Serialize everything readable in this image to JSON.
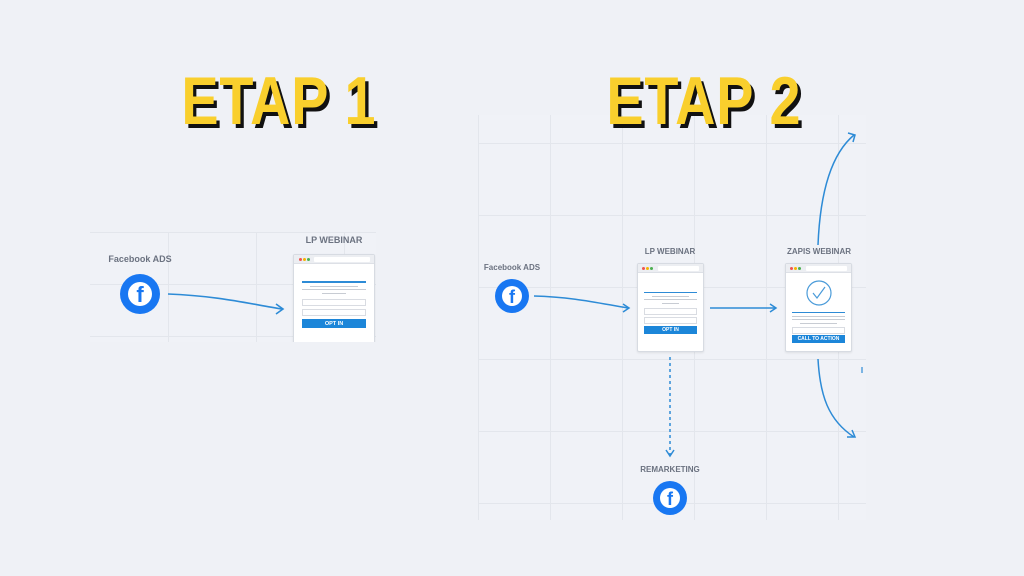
{
  "stage1": {
    "title": "ETAP 1",
    "source_label": "Facebook ADS",
    "page_label": "LP WEBINAR",
    "page_button": "OPT IN"
  },
  "stage2": {
    "title": "ETAP 2",
    "source_label": "Facebook ADS",
    "lp_label": "LP WEBINAR",
    "lp_button": "OPT IN",
    "signup_label": "ZAPIS WEBINAR",
    "signup_button": "CALL TO ACTION",
    "remarketing_label": "REMARKETING"
  },
  "colors": {
    "title": "#f9cf2d",
    "accent": "#1c86d9",
    "facebook": "#1877f2",
    "background": "#eff1f6"
  },
  "icons": [
    "facebook-icon",
    "checkmark-circle-icon",
    "arrow-icon"
  ]
}
